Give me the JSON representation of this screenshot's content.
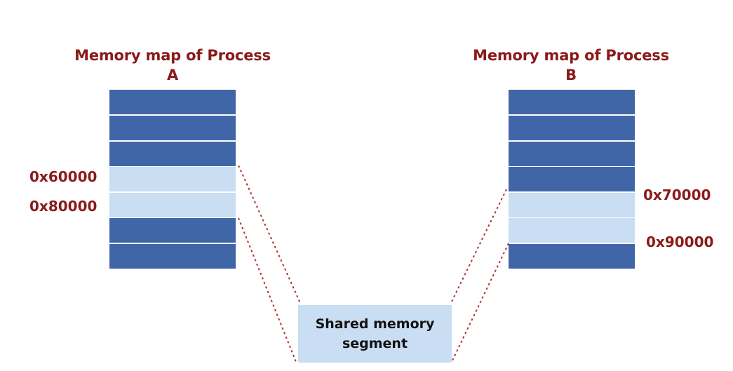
{
  "process_a": {
    "title_line1": "Memory map of Process",
    "title_line2": "A",
    "address_start": "0x60000",
    "address_end": "0x80000",
    "blocks": [
      "dark",
      "dark",
      "dark",
      "light",
      "light",
      "dark",
      "dark"
    ]
  },
  "process_b": {
    "title_line1": "Memory map of Process",
    "title_line2": "B",
    "address_start": "0x70000",
    "address_end": "0x90000",
    "blocks": [
      "dark",
      "dark",
      "dark",
      "dark",
      "light",
      "light",
      "dark"
    ]
  },
  "shared_segment": {
    "line1": "Shared memory",
    "line2": "segment"
  },
  "colors": {
    "dark_block": "#4166a8",
    "light_block": "#c9ddf3",
    "label_red": "#8b1a1a",
    "connector": "#b03030"
  }
}
